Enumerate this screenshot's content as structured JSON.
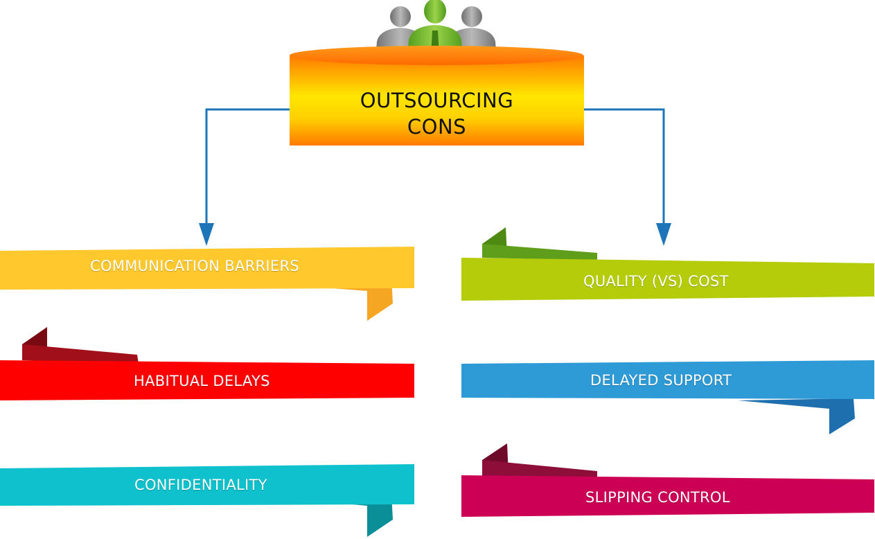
{
  "title": {
    "line1": "OUTSOURCING",
    "line2": "CONS"
  },
  "items": [
    {
      "label": "COMMUNICATION BARRIERS",
      "color": "#FFC82D",
      "fold_color": "#F5A623"
    },
    {
      "label": "QUALITY (VS) COST",
      "color": "#B4CC0A",
      "fold_color": "#5E9E1A"
    },
    {
      "label": "HABITUAL DELAYS",
      "color": "#FF0000",
      "fold_color": "#A1101A"
    },
    {
      "label": "DELAYED SUPPORT",
      "color": "#2E9AD6",
      "fold_color": "#1E6FAE"
    },
    {
      "label": "CONFIDENTIALITY",
      "color": "#0EC1CC",
      "fold_color": "#0A8E98"
    },
    {
      "label": "SLIPPING CONTROL",
      "color": "#CC0055",
      "fold_color": "#8E0E3A"
    }
  ],
  "colors": {
    "arrow": "#1E74B8",
    "header_top": "#FF8A00",
    "header_mid": "#FFE000",
    "people_side": "#8F8F8F",
    "people_center": "#6FB52C"
  }
}
